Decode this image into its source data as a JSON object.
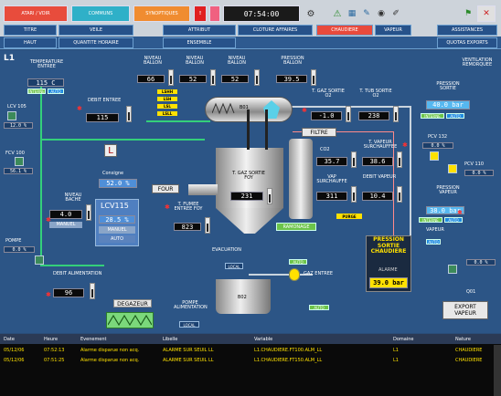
{
  "toolbar": {
    "btn1": "ATARI / VOIR",
    "btn2": "COMMUNS",
    "btn3": "SYNOPTIQUES",
    "clock": "07:54:00",
    "flag": "!",
    "nav_row1": [
      "TITRE",
      "VEILE",
      "ATTRIBUT",
      "CLOTURE AFFAIRES",
      "CHAUDIERE",
      "VAPEUR",
      "ASSISTANCES"
    ],
    "nav_row2": [
      "HAUT",
      "QUANTITE HORAIRE",
      "",
      "ENSEMBLE",
      "",
      "",
      "QUOTAS EXPORTS"
    ]
  },
  "screen_id": "L1",
  "left": {
    "temp_label": "TEMPERATURE ENTREE",
    "temp_value": "115 C",
    "interne": "INTERNE",
    "auto": "AUTO",
    "tag_lcv": "LCV 105",
    "val_lcv": "12.0 %",
    "fcv_label": "DEBIT ENTREE",
    "fcv_value": "115",
    "fcv_tag": "FCV 100",
    "fcv_pct": "56.1 %",
    "consigne_label": "Consigne",
    "consigne_value": "52.0 %",
    "lcv_box_title": "LCV115",
    "lcv_box_value": "28.5 %",
    "lcv_box_mode": "MANUEL",
    "lcv_box_auto": "AUTO",
    "niveau_label": "NIVEAU BACHE",
    "niveau_value": "4.0",
    "niveau_mode": "MANUEL",
    "pompe_tag": "POMPE",
    "pompe_pct": "0.0 %",
    "debit_alim_label": "DEBIT ALIMENTATION",
    "debit_alim_value": "96",
    "degazeur": "DEGAZEUR",
    "pompe_alim": "POMPE ALIMENTATION",
    "local": "LOCAL"
  },
  "top_readings": [
    {
      "label": "NIVEAU BALLON",
      "value": "66"
    },
    {
      "label": "NIVEAU BALLON",
      "value": "52"
    },
    {
      "label": "NIVEAU BALLON",
      "value": "52"
    },
    {
      "label": "PRESSION BALLON",
      "value": "39.5"
    }
  ],
  "ballon_tags": [
    "LSHH",
    "LSH",
    "LSL",
    "LSLL"
  ],
  "ballon_label": "B01",
  "mid": {
    "o2_label": "T. GAZ SORTIE O2",
    "o2_value": "-1.0",
    "temp_sortie_label": "T. TUB SORTIE O2",
    "temp_sortie_value": "238",
    "filtre": "FILTRE",
    "four": "FOUR",
    "foyer_label": "T. GAZ SORTIE FOY",
    "foyer_value": "231",
    "foyer_entree_label": "T. FUMEE ENTREE FOY",
    "foyer_entree_value": "823",
    "co_label": "CO2",
    "co_value": "35.7",
    "vap_label": "T. VAPEUR SURCHAUFFEE",
    "vap_value": "38.6",
    "vap2_label": "VAP SURCHAUFFE",
    "vap2_value": "311",
    "debit_vap_label": "DEBIT VAPEUR",
    "debit_vap_value": "10.4",
    "ramonage": "RAMONAGE",
    "purge": "PURGE",
    "evacuation": "EVACUATION",
    "local2": "LOCAL",
    "b02": "B02",
    "gaz_entree": "GAZ ENTREE",
    "auto2": "AUTO"
  },
  "right": {
    "ventil_label": "VENTILATION REMORQUEE",
    "pression_sortie_label": "PRESSION SORTIE",
    "pression_sortie_value": "40.0 bar",
    "interne": "INTERNE",
    "auto": "AUTO",
    "pcv_tag": "PCV 132",
    "pcv_pct": "0.0 %",
    "pression_vapeur_label": "PRESSION VAPEUR",
    "pression_vapeur_value": "38.0 bar",
    "interne2": "INTERNE",
    "auto3": "AUTO",
    "vapeur_label": "VAPEUR",
    "big_title": "PRESSION SORTIE CHAUDIERE",
    "big_sub": "ALARME",
    "big_value": "39.0 bar",
    "pcv2": "PCV 110",
    "pcv2_pct": "0.0 %",
    "q01": "Q01",
    "export": "EXPORT VAPEUR"
  },
  "alarms": {
    "headers": [
      "Date",
      "Heure",
      "Evenement",
      "Libelle",
      "Variable",
      "Domaine",
      "Nature"
    ],
    "rows": [
      [
        "05/12/06",
        "07:52:13",
        "Alarme disparue non acq.",
        "ALARME SUR SEUIL LL",
        "L1.CHAUDIERE.FT100.ALM_LL",
        "L1",
        "CHAUDIERE"
      ],
      [
        "05/12/06",
        "07:51:25",
        "Alarme disparue non acq.",
        "ALARME SUR SEUIL LL",
        "L1.CHAUDIERE.FT150.ALM_LL",
        "L1",
        "CHAUDIERE"
      ]
    ]
  }
}
